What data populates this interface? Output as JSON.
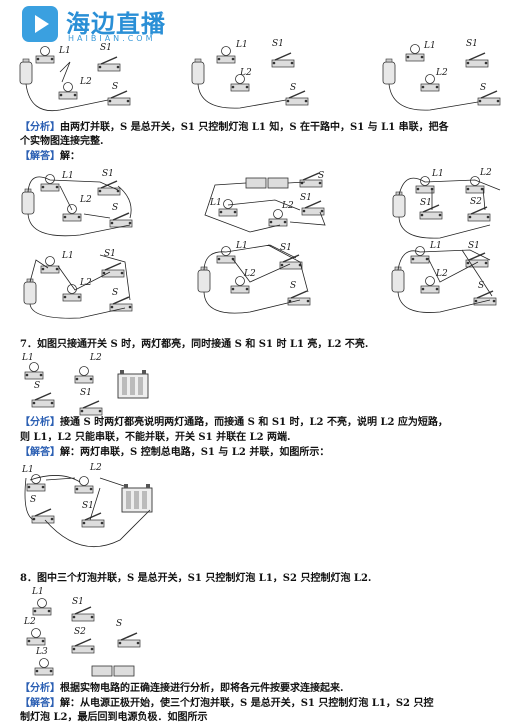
{
  "logo": {
    "name_cn": "海边直播",
    "name_en": "HAIBIAN.COM"
  },
  "q6": {
    "analysis_tag": "【分析】",
    "analysis_line1": "由两灯并联，S 是总开关，S1 只控制灯泡 L1 知，S 在干路中，S1 与 L1 串联，把各",
    "analysis_line2": "个实物图连接完整.",
    "answer_tag": "【解答】",
    "answer_text": "解："
  },
  "q7": {
    "question": "7．如图只接通开关 S 时，两灯都亮，同时接通 S 和 S1 时 L1 亮，L2 不亮.",
    "analysis_tag": "【分析】",
    "analysis_line1": "接通 S 时两灯都亮说明两灯通路，而接通 S 和 S1 时，L2 不亮，说明 L2 应为短路，",
    "analysis_line2": "则 L1，L2 只能串联，不能并联，开关 S1 并联在 L2 两端.",
    "answer_tag": "【解答】",
    "answer_text": "解：两灯串联，S 控制总电路，S1 与 L2 并联，如图所示："
  },
  "q8": {
    "question": "8．图中三个灯泡并联，S 是总开关，S1 只控制灯泡 L1，S2 只控制灯泡 L2.",
    "analysis_tag": "【分析】",
    "analysis_line1": "根据实物电路的正确连接进行分析，即将各元件按要求连接起来.",
    "answer_tag": "【解答】",
    "answer_line1": "解：从电源正极开始，使三个灯泡并联，S 是总开关，S1 只控制灯泡 L1，S2 只控",
    "answer_line2": "制灯泡 L2，最后回到电源负极．如图所示"
  },
  "labels": {
    "L1": "L1",
    "L2": "L2",
    "S": "S",
    "S1": "S1",
    "S2": "S2"
  },
  "colors": {
    "tag": "#2b5fb3",
    "logo": "#2a8fd6"
  }
}
